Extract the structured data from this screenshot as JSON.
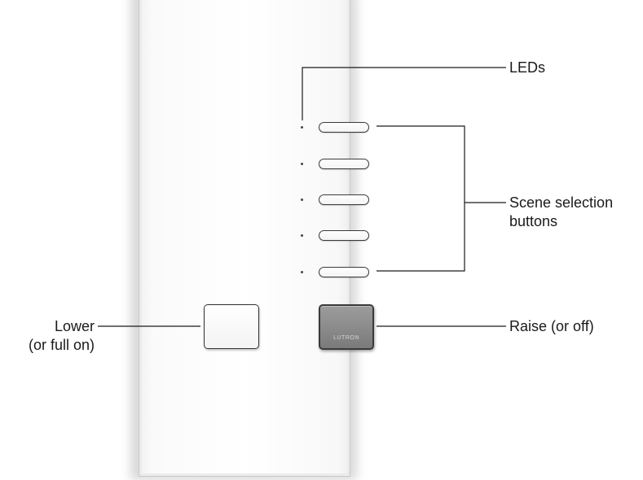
{
  "labels": {
    "leds": "LEDs",
    "scene_line1": "Scene selection",
    "scene_line2": "buttons",
    "lower_line1": "Lower",
    "lower_line2": "(or full on)",
    "raise": "Raise (or off)"
  },
  "device": {
    "brand": "LUTRON",
    "scene_button_count": 5
  },
  "colors": {
    "raise_button": "#8a8a8a",
    "plate": "#ffffff",
    "line": "#1a1a1a"
  }
}
